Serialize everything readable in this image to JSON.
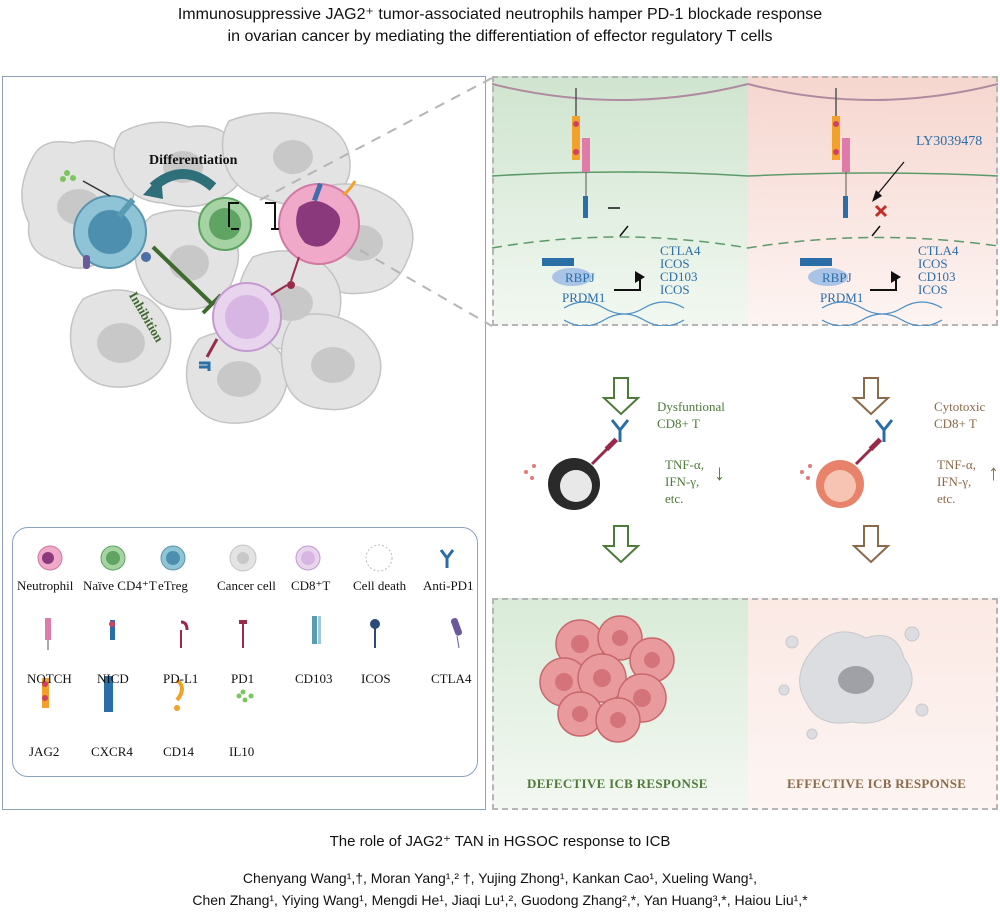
{
  "title_line1": "Immunosuppressive JAG2⁺ tumor-associated neutrophils hamper PD-1 blockade response",
  "title_line2": "in ovarian cancer by mediating the differentiation of effector regulatory T cells",
  "left_panel": {
    "differentiation_label": "Differentiation",
    "inhibition_label": "Inhibition"
  },
  "legend": {
    "items": [
      {
        "label": "Neutrophil",
        "icon": "neutrophil-icon"
      },
      {
        "label": "Naïve CD4⁺T",
        "icon": "naive-cd4-t-icon"
      },
      {
        "label": "eTreg",
        "icon": "etreg-icon"
      },
      {
        "label": "Cancer cell",
        "icon": "cancer-cell-icon"
      },
      {
        "label": "CD8⁺T",
        "icon": "cd8-t-icon"
      },
      {
        "label": "Cell death",
        "icon": "cell-death-icon"
      },
      {
        "label": "Anti-PD1",
        "icon": "anti-pd1-icon"
      },
      {
        "label": "NOTCH",
        "icon": "notch-icon"
      },
      {
        "label": "NICD",
        "icon": "nicd-icon"
      },
      {
        "label": "PD-L1",
        "icon": "pd-l1-icon"
      },
      {
        "label": "PD1",
        "icon": "pd1-icon"
      },
      {
        "label": "CD103",
        "icon": "cd103-icon"
      },
      {
        "label": "ICOS",
        "icon": "icos-icon"
      },
      {
        "label": "CTLA4",
        "icon": "ctla4-icon"
      },
      {
        "label": "JAG2",
        "icon": "jag2-icon"
      },
      {
        "label": "CXCR4",
        "icon": "cxcr4-icon"
      },
      {
        "label": "CD14",
        "icon": "cd14-icon"
      },
      {
        "label": "IL10",
        "icon": "il10-icon"
      }
    ]
  },
  "signaling": {
    "inhibitor": "LY3039478",
    "tf_rbpj": "RBPJ",
    "tf_prdm1": "PRDM1",
    "genes": [
      "CTLA4",
      "ICOS",
      "CD103",
      "ICOS"
    ]
  },
  "outcomes": {
    "left_state": "Dysfuntional",
    "left_cell": "CD8+ T",
    "right_state": "Cytotoxic",
    "right_cell": "CD8+ T",
    "cytokines": [
      "TNF-α,",
      "IFN-γ,",
      "etc."
    ],
    "left_arrow": "↓",
    "right_arrow": "↑",
    "left_response": "DEFECTIVE ICB RESPONSE",
    "right_response": "EFFECTIVE ICB RESPONSE"
  },
  "colors": {
    "green_text": "#4e7a3a",
    "brown_text": "#8a6a48",
    "gene_blue": "#2a6ea8",
    "panel_border": "#8ea2bd"
  },
  "footer": {
    "subtitle": "The role of JAG2⁺ TAN in HGSOC response to ICB",
    "authors_line1": "Chenyang Wang¹,†, Moran Yang¹,² †, Yujing Zhong¹, Kankan Cao¹, Xueling Wang¹,",
    "authors_line2": "Chen Zhang¹, Yiying Wang¹, Mengdi He¹, Jiaqi Lu¹,², Guodong Zhang²,*, Yan Huang³,*, Haiou Liu¹,*"
  }
}
